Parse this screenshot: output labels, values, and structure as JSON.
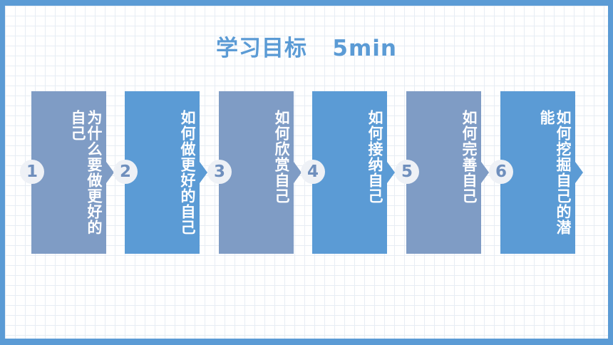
{
  "slide": {
    "title": "学习目标   5min",
    "colors": {
      "grey": "#7f9cc5",
      "blue": "#5b9bd5",
      "circle_bg": "#eef1f6"
    }
  },
  "steps": [
    {
      "number": "1",
      "label": "为什么要做更好的自己",
      "color": "grey"
    },
    {
      "number": "2",
      "label": "如何做更好的自己",
      "color": "blue"
    },
    {
      "number": "3",
      "label": "如何欣赏自己",
      "color": "grey"
    },
    {
      "number": "4",
      "label": "如何接纳自己",
      "color": "blue"
    },
    {
      "number": "5",
      "label": "如何完善自己",
      "color": "grey"
    },
    {
      "number": "6",
      "label": "如何挖掘自己的潜能",
      "color": "blue"
    }
  ]
}
